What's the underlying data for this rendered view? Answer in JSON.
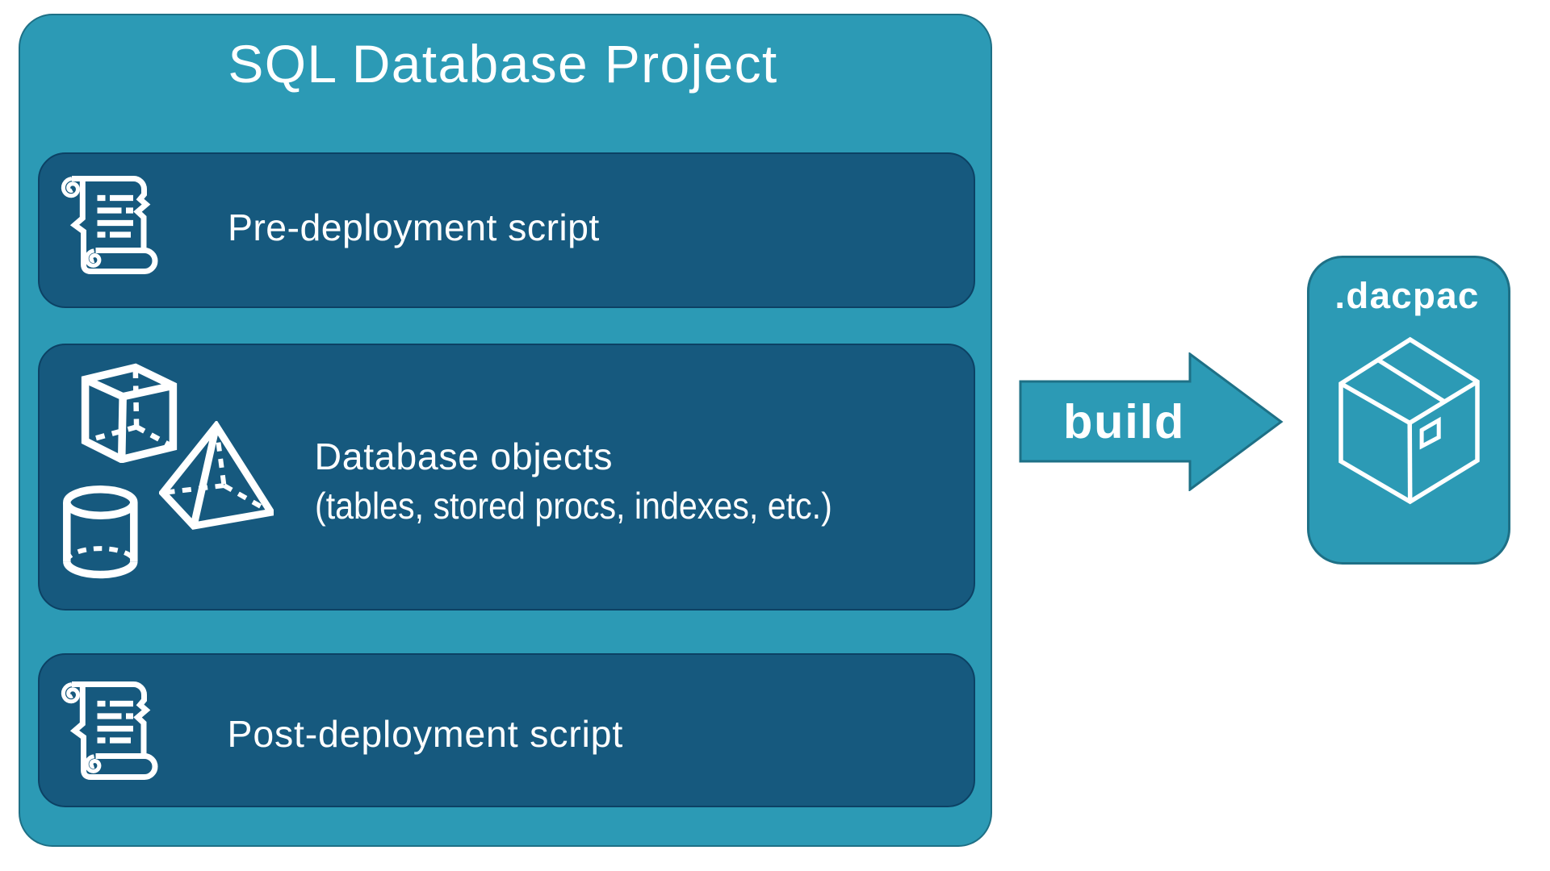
{
  "colors": {
    "teal_fill": "#2C9AB5",
    "teal_border": "#1E7086",
    "navy_fill": "#16597E",
    "navy_border": "#0C4164",
    "text": "#FFFFFF",
    "page_background": "#FFFFFF"
  },
  "project": {
    "title": "SQL Database Project",
    "items": [
      {
        "label": "Pre-deployment script",
        "icon": "scroll-icon"
      },
      {
        "label_line1": "Database objects",
        "label_line2": "(tables, stored procs, indexes, etc.)",
        "icons": [
          "cube-icon",
          "pyramid-icon",
          "cylinder-icon"
        ]
      },
      {
        "label": "Post-deployment script",
        "icon": "scroll-icon"
      }
    ]
  },
  "flow": {
    "arrow_label": "build"
  },
  "output": {
    "label": ".dacpac",
    "icon": "package-icon"
  }
}
